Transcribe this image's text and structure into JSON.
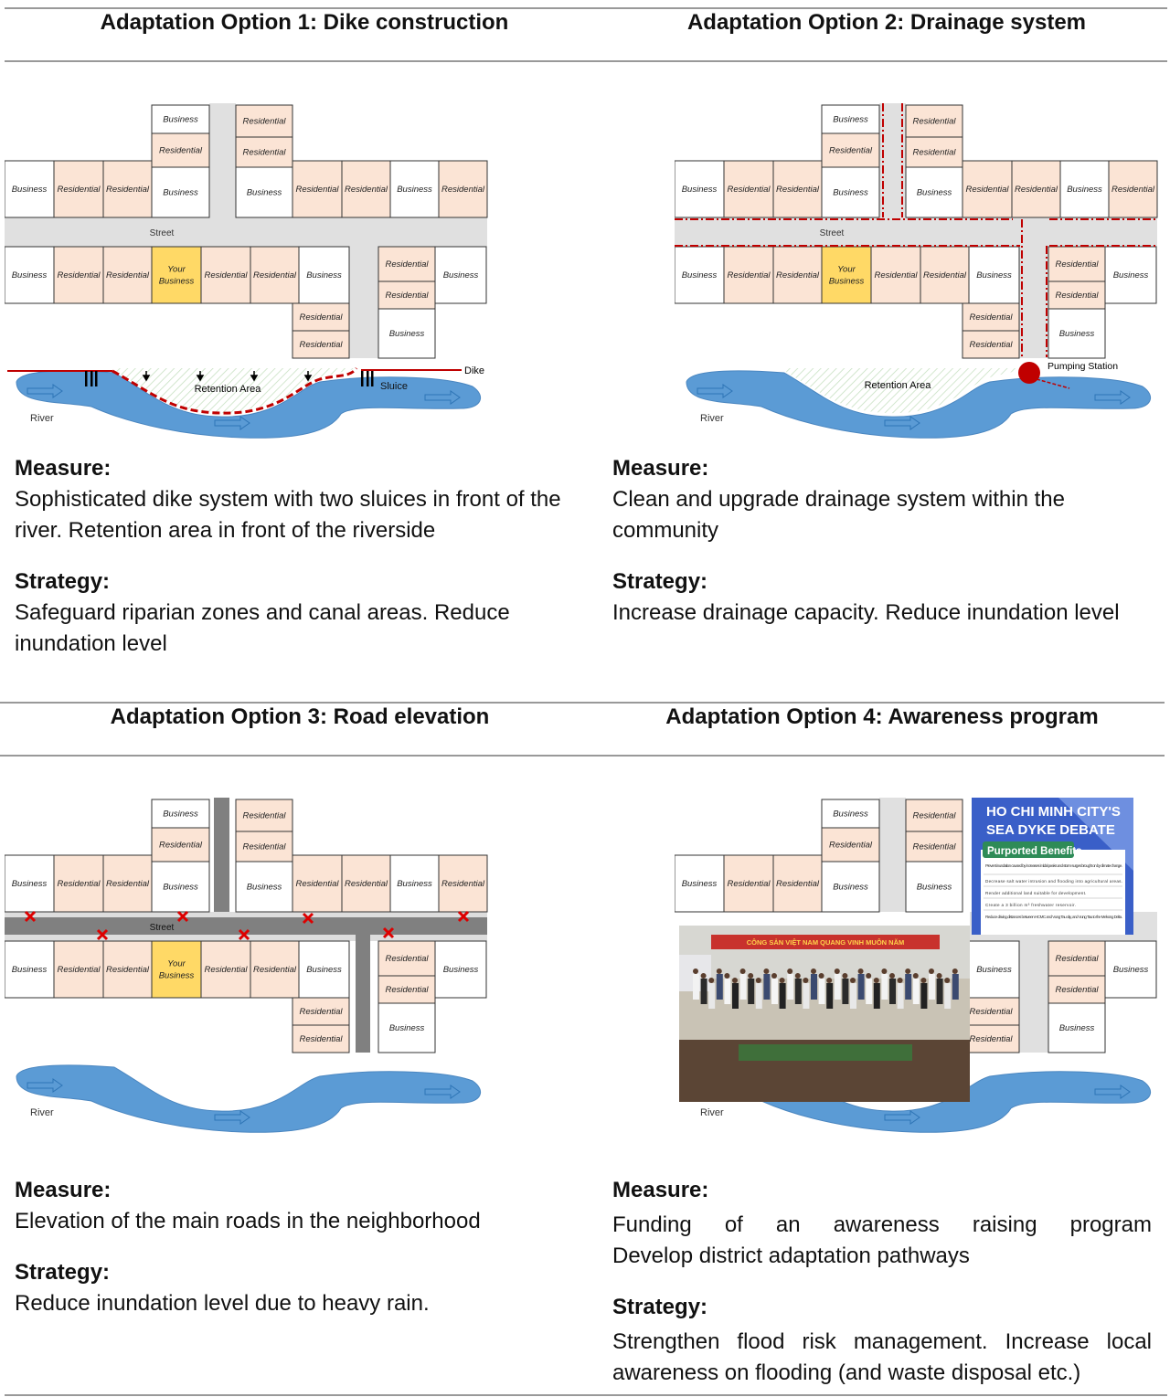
{
  "options": [
    {
      "title": "Adaptation Option 1: Dike construction",
      "measure_label": "Measure:",
      "measure": "Sophisticated dike system with two sluices in front of the river. Retention area in front of the riverside",
      "strategy_label": "Strategy:",
      "strategy": "Safeguard riparian zones and canal areas. Reduce inundation level",
      "overlay": "dike",
      "labels": {
        "dike": "Dike",
        "retention": "Retention Area",
        "sluice": "Sluice"
      }
    },
    {
      "title": "Adaptation Option 2: Drainage system",
      "measure_label": "Measure:",
      "measure": "Clean and upgrade drainage system within the community",
      "strategy_label": "Strategy:",
      "strategy": "Increase drainage capacity. Reduce inundation level",
      "overlay": "drainage",
      "labels": {
        "pumping": "Pumping Station",
        "retention": "Retention Area"
      }
    },
    {
      "title": "Adaptation Option 3: Road elevation",
      "measure_label": "Measure:",
      "measure": "Elevation of the main roads in the neighborhood",
      "strategy_label": "Strategy:",
      "strategy": "Reduce inundation level due to heavy rain.",
      "overlay": "road",
      "labels": {}
    },
    {
      "title": "Adaptation Option 4: Awareness program",
      "measure_label": "Measure:",
      "measure": "Funding of an awareness raising program Develop district adaptation pathways",
      "strategy_label": "Strategy:",
      "strategy": "Strengthen flood risk management. Increase local awareness on flooding (and waste disposal etc.)",
      "overlay": "awareness",
      "labels": {}
    }
  ],
  "map": {
    "street": "Street",
    "river": "River",
    "blocks": [
      "Business",
      "Residential",
      "Residential",
      "Business",
      "Residential",
      "Business",
      "Residential",
      "Residential",
      "Business",
      "Residential",
      "Residential",
      "Business",
      "Residential",
      "Business",
      "Residential",
      "Residential",
      "Your Business",
      "Residential",
      "Residential",
      "Business",
      "Residential",
      "Residential",
      "Residential",
      "Residential",
      "Business",
      "Business"
    ],
    "colors": {
      "business": "#ffffff",
      "residential": "#fbe4d5",
      "your_business": "#ffd966",
      "street": "#e0e0e0",
      "river": "#5b9bd5",
      "dike": "#c00000"
    }
  },
  "poster": {
    "title1": "HO CHI MINH CITY'S",
    "title2": "SEA DYKE DEBATE",
    "badge": "Purported Benefits",
    "items": [
      "Prevent inundation caused by increases in tidal peaks and storm surges brought on by climate change.",
      "Decrease salt water intrusion and flooding into agricultural areas.",
      "Render additional land suitable for development.",
      "Create a 3 billion m³ freshwater reservoir.",
      "Reduce driving distances between HCMC and Vung Tau city, and Vung Tau to the Mekong Delta."
    ]
  },
  "photo": {
    "banner": "CÔNG SẢN VIỆT NAM QUANG VINH MUÔN NĂM"
  }
}
